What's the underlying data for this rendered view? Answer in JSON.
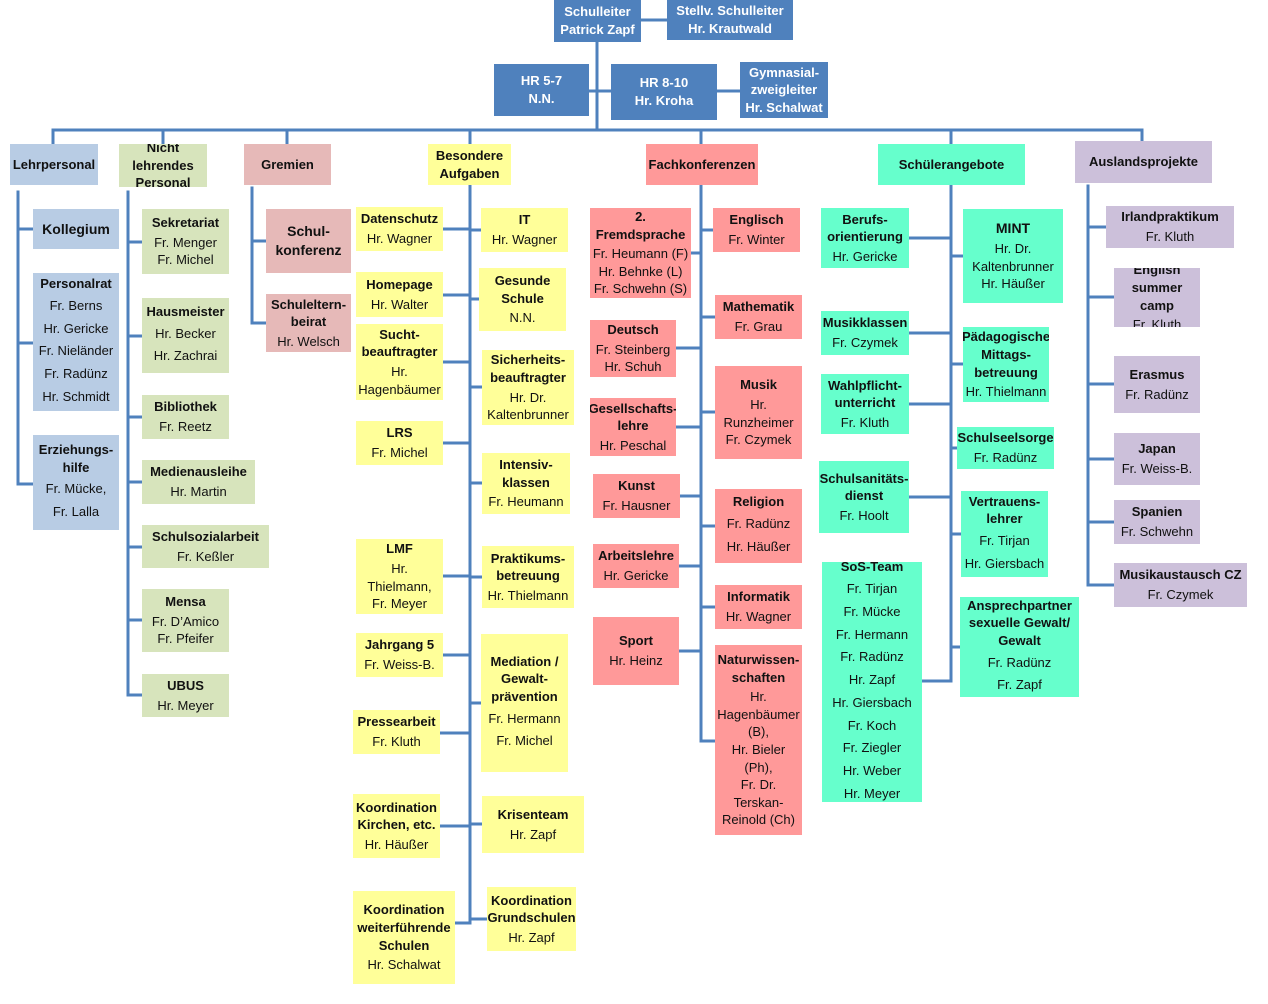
{
  "colors": {
    "line": "#4f81bd",
    "leadership": "#4f81bd",
    "lehrpersonal": "#b8cce4",
    "nicht_lehrend": "#d7e4bc",
    "gremien": "#e6b9b8",
    "besondere_aufgaben": "#ffff99",
    "fachkonferenzen": "#ff9999",
    "schuelerangebote": "#66ffcc",
    "auslandsprojekte": "#ccc0da"
  },
  "leadership": {
    "schulleiter": {
      "title": "Schulleiter",
      "person": "Patrick Zapf"
    },
    "stellv": {
      "title": "Stellv. Schulleiter",
      "person": "Hr. Krautwald"
    },
    "hr57": {
      "title": "HR 5-7",
      "person": "N.N."
    },
    "hr810": {
      "title": "HR 8-10",
      "person": "Hr. Kroha"
    },
    "gym": {
      "title": "Gymnasial-\nzweigleiter",
      "person": "Hr. Schalwat"
    }
  },
  "categories": {
    "lehrpersonal": "Lehrpersonal",
    "nicht_lehrend": "Nicht\nlehrendes\nPersonal",
    "gremien": "Gremien",
    "besondere": "Besondere\nAufgaben",
    "fachkonferenzen": "Fachkonferenzen",
    "schuelerangebote": "Schülerangebote",
    "ausland": "Auslandsprojekte"
  },
  "lehrpersonal": [
    {
      "title": "Kollegium",
      "person": ""
    },
    {
      "title": "Personalrat",
      "person": "Fr. Berns\nHr. Gericke\nFr. Nieländer\nFr. Radünz\nHr. Schmidt"
    },
    {
      "title": "Erziehungs-\nhilfe",
      "person": "Fr. Mücke,\nFr. Lalla"
    }
  ],
  "nicht_lehrend": [
    {
      "title": "Sekretariat",
      "person": "Fr. Menger\nFr. Michel"
    },
    {
      "title": "Hausmeister",
      "person": "Hr. Becker\nHr. Zachrai"
    },
    {
      "title": "Bibliothek",
      "person": "Fr. Reetz"
    },
    {
      "title": "Medienausleihe",
      "person": "Hr. Martin"
    },
    {
      "title": "Schulsozialarbeit",
      "person": "Fr. Keßler"
    },
    {
      "title": "Mensa",
      "person": "Fr. D’Amico\nFr. Pfeifer"
    },
    {
      "title": "UBUS",
      "person": "Hr. Meyer"
    }
  ],
  "gremien": [
    {
      "title": "Schul-\nkonferenz",
      "person": ""
    },
    {
      "title": "Schuleltern-\nbeirat",
      "person": "Hr. Welsch"
    }
  ],
  "besondere_left": [
    {
      "title": "Datenschutz",
      "person": "Hr. Wagner"
    },
    {
      "title": "Homepage",
      "person": "Hr. Walter"
    },
    {
      "title": "Sucht-\nbeauftragter",
      "person": "Hr.\nHagenbäumer"
    },
    {
      "title": "LRS",
      "person": "Fr. Michel"
    },
    {
      "title": "LMF",
      "person": "Hr.\nThielmann,\nFr. Meyer"
    },
    {
      "title": "Jahrgang 5",
      "person": "Fr. Weiss-B."
    },
    {
      "title": "Pressearbeit",
      "person": "Fr. Kluth"
    },
    {
      "title": "Koordination\nKirchen, etc.",
      "person": "Hr. Häußer"
    },
    {
      "title": "Koordination\nweiterführende\nSchulen",
      "person": "Hr. Schalwat"
    }
  ],
  "besondere_right": [
    {
      "title": "IT",
      "person": "Hr. Wagner"
    },
    {
      "title": "Gesunde\nSchule",
      "person": "N.N."
    },
    {
      "title": "Sicherheits-\nbeauftragter",
      "person": "Hr. Dr.\nKaltenbrunner"
    },
    {
      "title": "Intensiv-\nklassen",
      "person": "Fr. Heumann"
    },
    {
      "title": "Praktikums-\nbetreuung",
      "person": "Hr. Thielmann"
    },
    {
      "title": "Mediation /\nGewalt-\nprävention",
      "person": "Fr. Hermann\nFr. Michel"
    },
    {
      "title": "Krisenteam",
      "person": "Hr. Zapf"
    },
    {
      "title": "Koordination\nGrundschulen",
      "person": "Hr. Zapf"
    }
  ],
  "fach_left": [
    {
      "title": "2.\nFremdsprache",
      "person": "Fr. Heumann (F)\nHr. Behnke (L)\nFr. Schwehn (S)"
    },
    {
      "title": "Deutsch",
      "person": "Fr. Steinberg\nHr. Schuh"
    },
    {
      "title": "Gesellschafts-\nlehre",
      "person": "Hr. Peschal"
    },
    {
      "title": "Kunst",
      "person": "Fr. Hausner"
    },
    {
      "title": "Arbeitslehre",
      "person": "Hr. Gericke"
    },
    {
      "title": "Sport",
      "person": "Hr. Heinz"
    }
  ],
  "fach_right": [
    {
      "title": "Englisch",
      "person": "Fr. Winter"
    },
    {
      "title": "Mathematik",
      "person": "Fr. Grau"
    },
    {
      "title": "Musik",
      "person": "Hr.\nRunzheimer\nFr. Czymek"
    },
    {
      "title": "Religion",
      "person": "Fr. Radünz\nHr. Häußer"
    },
    {
      "title": "Informatik",
      "person": "Hr. Wagner"
    },
    {
      "title": "Naturwissen-\nschaften",
      "person": "Hr.\nHagenbäumer\n(B),\nHr. Bieler\n(Ph),\nFr. Dr.\nTerskan-\nReinold (Ch)"
    }
  ],
  "schueler_left": [
    {
      "title": "Berufs-\norientierung",
      "person": "Hr. Gericke"
    },
    {
      "title": "Musikklassen",
      "person": "Fr. Czymek"
    },
    {
      "title": "Wahlpflicht-\nunterricht",
      "person": "Fr. Kluth"
    },
    {
      "title": "Schulsanitäts-\ndienst",
      "person": "Fr. Hoolt"
    },
    {
      "title": "SoS-Team",
      "person": "Fr. Tirjan\nFr. Mücke\nFr. Hermann\nFr. Radünz\nHr. Zapf\nHr. Giersbach\nFr. Koch\nFr. Ziegler\nHr. Weber\nHr. Meyer"
    }
  ],
  "schueler_right": [
    {
      "title": "MINT",
      "person": "Hr. Dr.\nKaltenbrunner\nHr. Häußer"
    },
    {
      "title": "Pädagogische\nMittags-\nbetreuung",
      "person": "Hr. Thielmann"
    },
    {
      "title": "Schulseelsorge",
      "person": "Fr. Radünz"
    },
    {
      "title": "Vertrauens-\nlehrer",
      "person": "Fr. Tirjan\nHr. Giersbach"
    },
    {
      "title": "Ansprechpartner\nsexuelle Gewalt/\nGewalt",
      "person": "Fr. Radünz\nFr. Zapf"
    }
  ],
  "ausland": [
    {
      "title": "Irlandpraktikum",
      "person": "Fr. Kluth"
    },
    {
      "title": "English\nsummer\ncamp",
      "person": "Fr. Kluth"
    },
    {
      "title": "Erasmus",
      "person": "Fr. Radünz"
    },
    {
      "title": "Japan",
      "person": "Fr. Weiss-B."
    },
    {
      "title": "Spanien",
      "person": "Fr. Schwehn"
    },
    {
      "title": "Musikaustausch CZ",
      "person": "Fr. Czymek"
    }
  ]
}
